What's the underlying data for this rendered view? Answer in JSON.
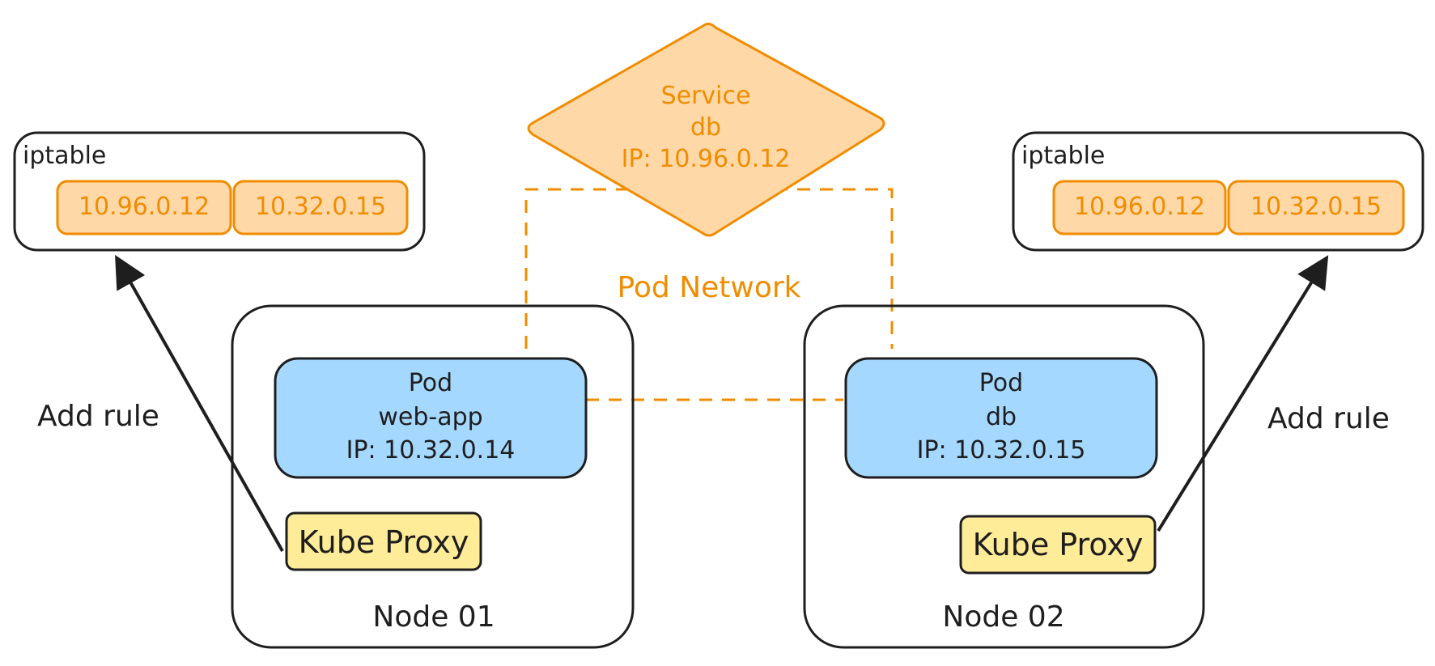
{
  "service": {
    "title": "Service",
    "name": "db",
    "ip": "IP: 10.96.0.12"
  },
  "pod_network": {
    "label": "Pod Network"
  },
  "iptable_left": {
    "title": "iptable",
    "entries": [
      "10.96.0.12",
      "10.32.0.15"
    ]
  },
  "iptable_right": {
    "title": "iptable",
    "entries": [
      "10.96.0.12",
      "10.32.0.15"
    ]
  },
  "node1": {
    "label": "Node 01",
    "pod": {
      "title": "Pod",
      "name": "web-app",
      "ip": "IP: 10.32.0.14"
    },
    "proxy": "Kube Proxy",
    "arrow_label": "Add rule"
  },
  "node2": {
    "label": "Node 02",
    "pod": {
      "title": "Pod",
      "name": "db",
      "ip": "IP: 10.32.0.15"
    },
    "proxy": "Kube Proxy",
    "arrow_label": "Add rule"
  },
  "colors": {
    "stroke": "#1e1e1e",
    "orange": "#f08c00",
    "orange_fill": "#ffd8a8",
    "pod_fill": "#a5d8ff",
    "proxy_fill": "#ffec99"
  }
}
